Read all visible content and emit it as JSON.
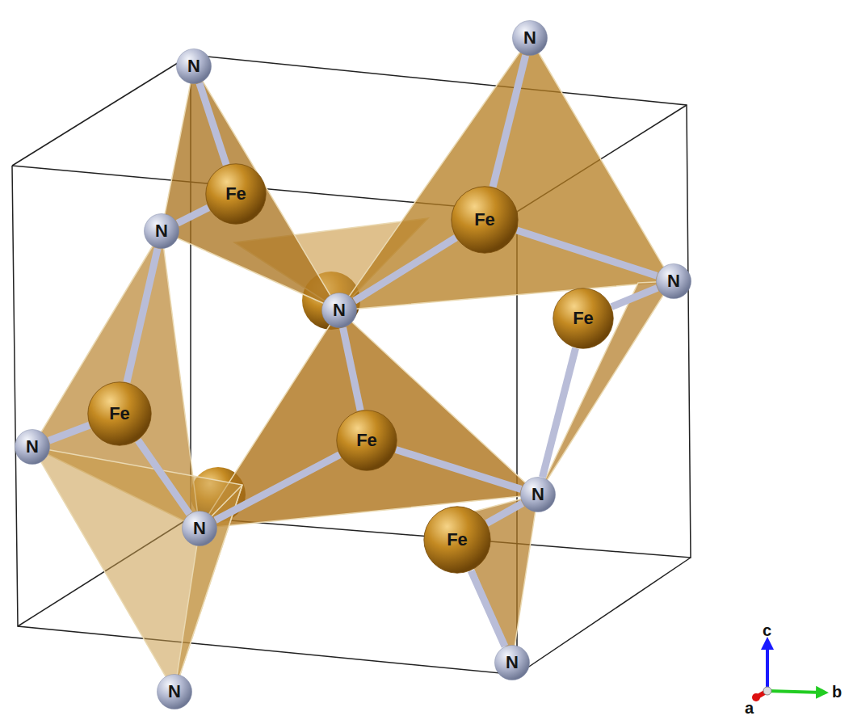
{
  "diagram": {
    "nodes": [
      {
        "text": [
          "N"
        ]
      },
      {
        "text": [
          "N"
        ]
      },
      {
        "text": [
          "Fe"
        ]
      },
      {
        "text": [
          "Fe"
        ]
      },
      {
        "text": [
          "N"
        ]
      },
      {
        "text": [
          "N"
        ]
      },
      {
        "text": [
          "N"
        ]
      },
      {
        "text": [
          "Fe"
        ]
      },
      {
        "text": [
          "Fe"
        ]
      },
      {
        "text": [
          "Fe"
        ]
      },
      {
        "text": [
          "N"
        ]
      },
      {
        "text": [
          "N"
        ]
      },
      {
        "text": [
          "N"
        ]
      },
      {
        "text": [
          "Fe"
        ]
      },
      {
        "text": [
          "N"
        ]
      },
      {
        "text": [
          "N"
        ]
      }
    ],
    "edges": [
      {
        "from": 3,
        "to": 1,
        "arrow": "none"
      },
      {
        "from": 3,
        "to": 6,
        "arrow": "none"
      },
      {
        "from": 3,
        "to": 5,
        "arrow": "none"
      },
      {
        "from": 2,
        "to": 0,
        "arrow": "none"
      },
      {
        "from": 2,
        "to": 4,
        "arrow": "none"
      },
      {
        "from": 8,
        "to": 4,
        "arrow": "none"
      },
      {
        "from": 8,
        "to": 10,
        "arrow": "none"
      },
      {
        "from": 8,
        "to": 12,
        "arrow": "none"
      },
      {
        "from": 9,
        "to": 6,
        "arrow": "none"
      },
      {
        "from": 9,
        "to": 12,
        "arrow": "none"
      },
      {
        "from": 9,
        "to": 11,
        "arrow": "none"
      },
      {
        "from": 7,
        "to": 5,
        "arrow": "none"
      },
      {
        "from": 7,
        "to": 11,
        "arrow": "none"
      },
      {
        "from": 13,
        "to": 11,
        "arrow": "none"
      },
      {
        "from": 13,
        "to": 14,
        "arrow": "none"
      }
    ],
    "labels": [
      "c",
      "b",
      "a"
    ]
  }
}
